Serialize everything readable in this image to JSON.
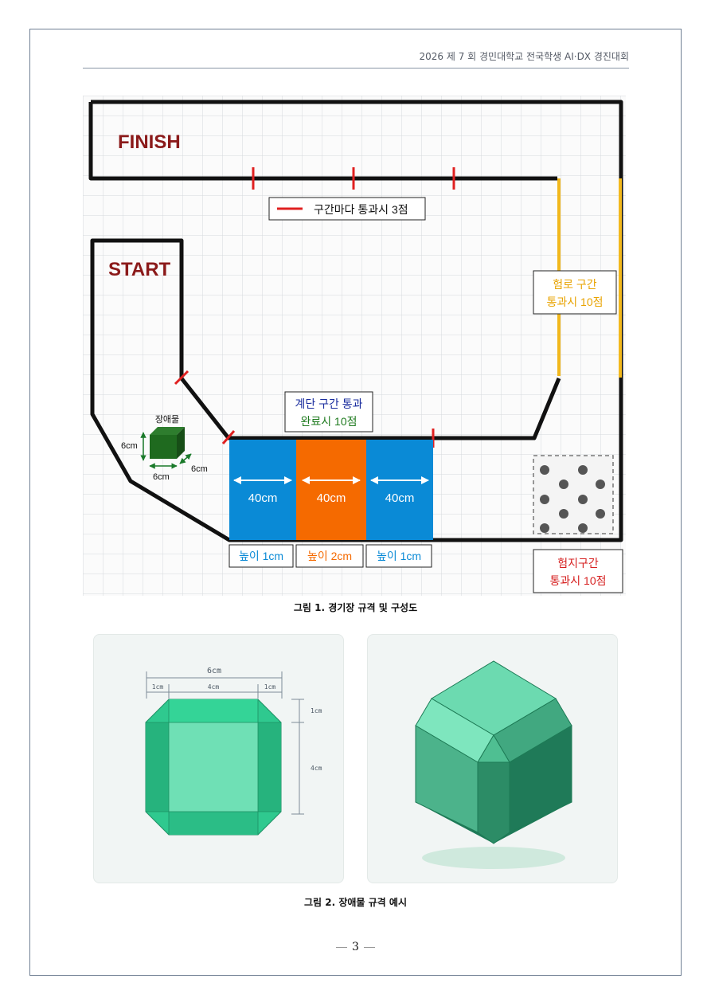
{
  "header": {
    "title": "2026 제 7 회 경민대학교 전국학생 AI·DX 경진대회"
  },
  "figure1": {
    "finish_label": "FINISH",
    "start_label": "START",
    "legend_text": "구간마다 통과시 3점",
    "hazard_label_line1": "험로 구간",
    "hazard_label_line2": "통과시 10점",
    "stairs_label_line1": "계단 구간 통과",
    "stairs_label_line2": "완료시 10점",
    "obstacle_label": "장애물",
    "obstacle_dim_height": "6cm",
    "obstacle_dim_width": "6cm",
    "obstacle_dim_depth": "6cm",
    "step1_width": "40cm",
    "step2_width": "40cm",
    "step3_width": "40cm",
    "step1_height": "높이 1cm",
    "step2_height": "높이 2cm",
    "step3_height": "높이 1cm",
    "rough_label_line1": "험지구간",
    "rough_label_line2": "통과시 10점",
    "colors": {
      "checkpoint": "#e02020",
      "hazard": "#f2b81c",
      "step_blue": "#0a8ad6",
      "step_orange": "#f56a00",
      "title": "#8b1a1a"
    }
  },
  "caption1": "그림 1. 경기장 규격 및 구성도",
  "figure2": {
    "dim_total": "6cm",
    "dim_left": "1cm",
    "dim_middle": "4cm",
    "dim_right": "1cm",
    "dim_top": "1cm",
    "dim_side": "4cm"
  },
  "caption2": "그림 2. 장애물 규격 예시",
  "page_number": "3"
}
